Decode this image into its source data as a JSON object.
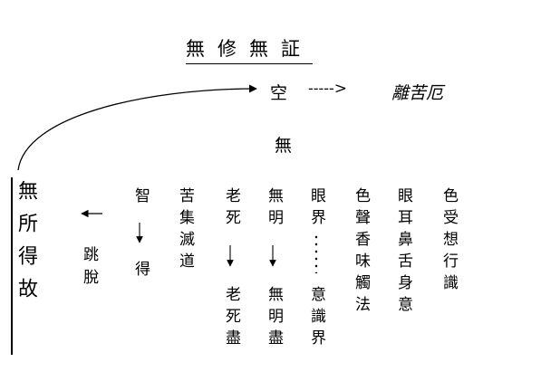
{
  "title": "無修無証",
  "empty": "空",
  "dash_arrow": "----->",
  "leave_suffering": "離苦厄",
  "none": "無",
  "no_attainment": "無所得故",
  "transcend": "跳脫",
  "wisdom": "智",
  "attain": "得",
  "four_truths": "苦集滅道",
  "aging_top": "老死",
  "aging_bottom": "老死盡",
  "ignorance_top": "無明",
  "ignorance_bottom": "無明盡",
  "eye_realm": "眼界",
  "mind_realm": "意識界",
  "objects": "色聲香味觸法",
  "senses": "眼耳鼻舌身意",
  "aggregates": "色受想行識"
}
